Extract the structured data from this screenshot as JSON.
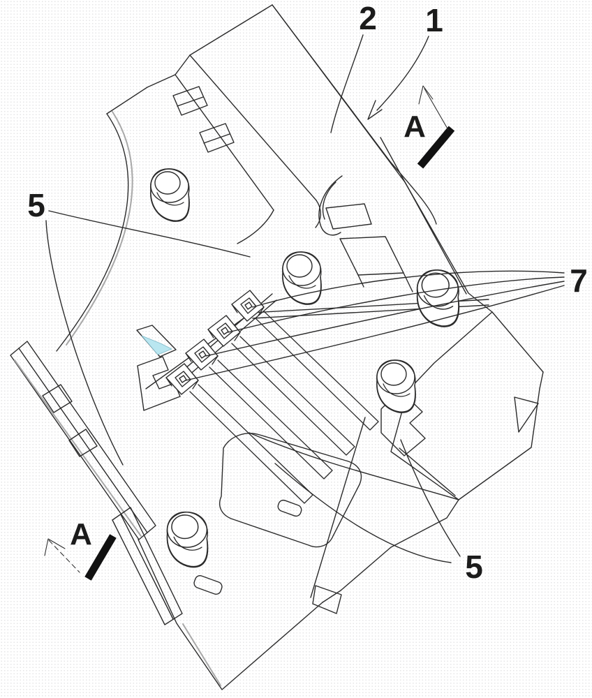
{
  "figure": {
    "type": "patent-line-drawing",
    "description": "Isometric CAD line drawing of a connector housing assembly with section A-A markers",
    "background_color": "#ffffff",
    "line_color": "#2b2b2b",
    "highlight_color": "#b9e6f0",
    "labels": {
      "ref1": "1",
      "ref2": "2",
      "ref5_left": "5",
      "ref5_right": "5",
      "ref7": "7",
      "section_top": "A",
      "section_bottom": "A"
    }
  }
}
